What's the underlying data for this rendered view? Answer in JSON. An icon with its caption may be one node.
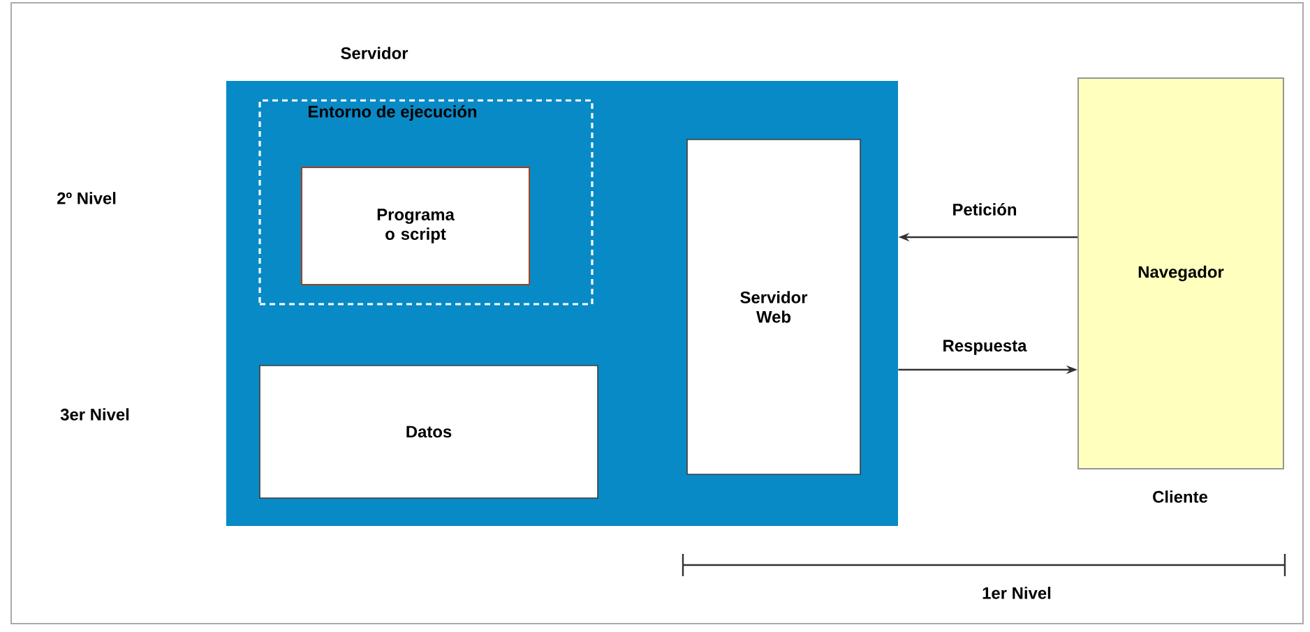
{
  "diagram": {
    "nodes": [
      {
        "text": [
          "Servidor"
        ]
      },
      {
        "text": [
          "Entorno de ejecución"
        ],
        "in": 0
      },
      {
        "text": [
          "Programa o script"
        ],
        "in": 1
      },
      {
        "text": [
          "Datos"
        ],
        "in": 0
      },
      {
        "text": [
          "Servidor Web"
        ],
        "in": 0
      },
      {
        "text": [
          "Navegador"
        ],
        "beside": [
          "Cliente"
        ]
      }
    ],
    "edges": [
      {
        "from": 5,
        "to": 0,
        "arrow": "to",
        "label": "Petición"
      },
      {
        "from": 0,
        "to": 5,
        "arrow": "to",
        "label": "Respuesta"
      }
    ],
    "labels": [
      "2º Nivel",
      "3er Nivel",
      "1er Nivel"
    ]
  }
}
